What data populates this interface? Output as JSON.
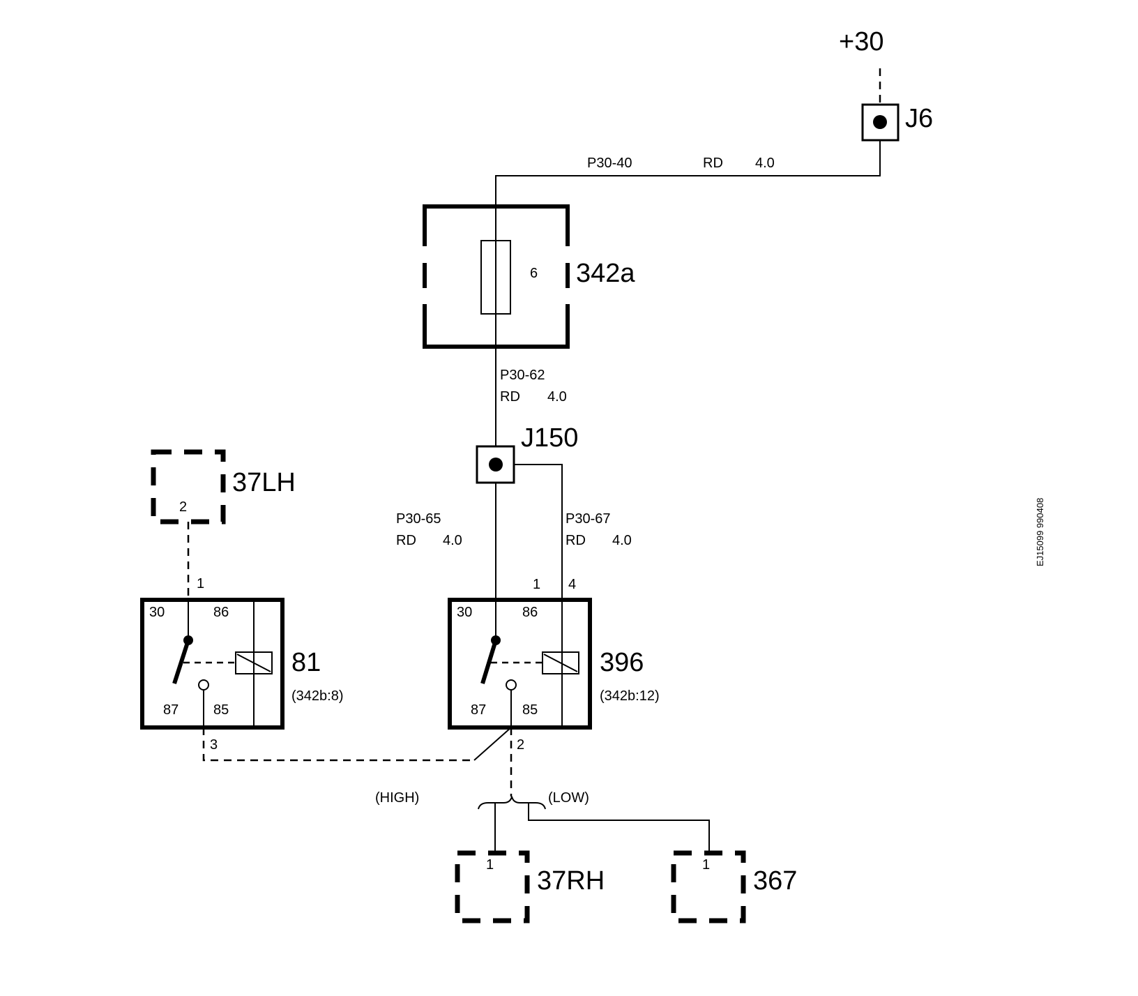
{
  "supply": {
    "label": "+30"
  },
  "junctions": {
    "j6": "J6",
    "j150": "J150"
  },
  "wires": {
    "p30_40": {
      "id": "P30-40",
      "color": "RD",
      "size": "4.0"
    },
    "p30_62": {
      "id": "P30-62",
      "color": "RD",
      "size": "4.0"
    },
    "p30_65": {
      "id": "P30-65",
      "color": "RD",
      "size": "4.0"
    },
    "p30_67": {
      "id": "P30-67",
      "color": "RD",
      "size": "4.0"
    }
  },
  "fusebox": {
    "label": "342a",
    "fuse_number": "6"
  },
  "relay81": {
    "label": "81",
    "location": "(342b:8)",
    "pins": {
      "p30": "30",
      "p86": "86",
      "p87": "87",
      "p85": "85"
    },
    "conn_in": "1",
    "conn_out": "3"
  },
  "relay396": {
    "label": "396",
    "location": "(342b:12)",
    "pins": {
      "p30": "30",
      "p86": "86",
      "p87": "87",
      "p85": "85"
    },
    "conn_in1": "1",
    "conn_in4": "4",
    "conn_out": "2"
  },
  "components": {
    "c37lh": {
      "label": "37LH",
      "pin": "2"
    },
    "c37rh": {
      "label": "37RH",
      "pin": "1"
    },
    "c367": {
      "label": "367",
      "pin": "1"
    }
  },
  "branches": {
    "high": "(HIGH)",
    "low": "(LOW)"
  },
  "doc_code": "EJ15099 990408"
}
